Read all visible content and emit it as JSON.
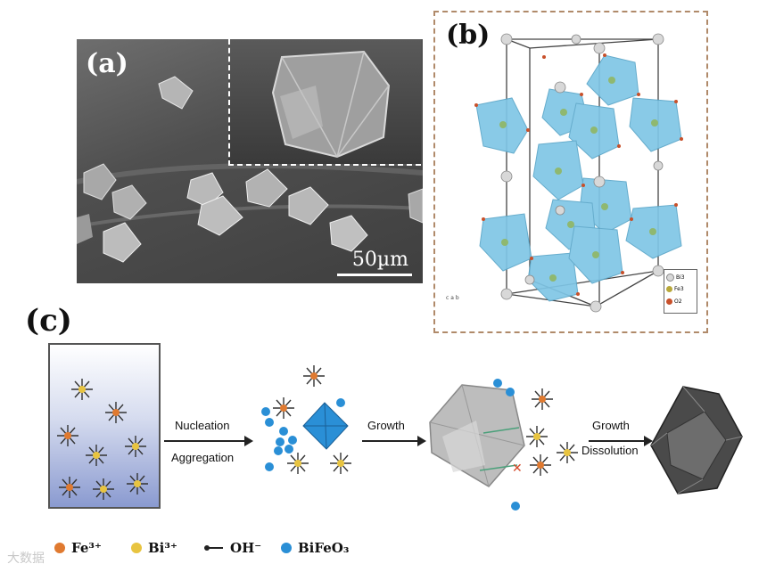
{
  "panels": {
    "a": {
      "label": "(a)",
      "scale_bar": "50µm"
    },
    "b": {
      "label": "(b)",
      "legend": [
        "Bi3",
        "Fe3",
        "O2"
      ],
      "axes": [
        "c",
        "a",
        "b"
      ]
    },
    "c": {
      "label": "(c)",
      "step1": {
        "top": "Nucleation",
        "bottom": "Aggregation"
      },
      "step2": {
        "top": "Growth"
      },
      "step3": {
        "top": "Growth",
        "bottom": "Dissolution"
      }
    }
  },
  "legend": {
    "fe": "Fe³⁺",
    "bi": "Bi³⁺",
    "oh": "OH⁻",
    "bifeo3": "BiFeO₃"
  },
  "watermark": "大数据",
  "colors": {
    "fe_ion": "#e07a30",
    "bi_ion": "#e8c440",
    "bifeo3": "#2a8fd6",
    "octahedron": "#7fc6e6",
    "frame": "#b08a6a"
  }
}
